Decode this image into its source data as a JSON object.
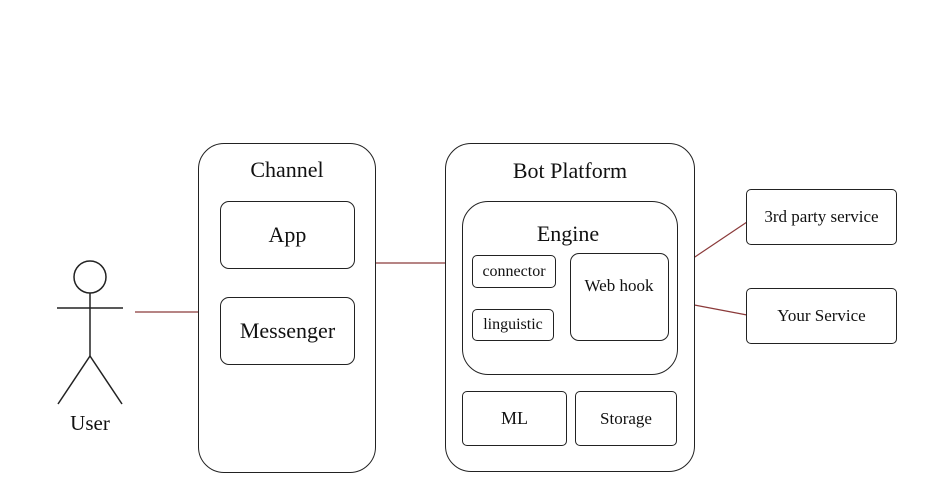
{
  "actor": {
    "label": "User"
  },
  "channel": {
    "title": "Channel",
    "app": "App",
    "messenger": "Messenger"
  },
  "bot_platform": {
    "title": "Bot Platform",
    "engine": {
      "title": "Engine",
      "connector": "connector",
      "linguistic": "linguistic",
      "webhook": "Web hook"
    },
    "ml": "ML",
    "storage": "Storage"
  },
  "services": {
    "third_party": "3rd party service",
    "your_service": "Your Service"
  },
  "colors": {
    "connector_line": "#8b3a3a",
    "outline": "#222222"
  }
}
